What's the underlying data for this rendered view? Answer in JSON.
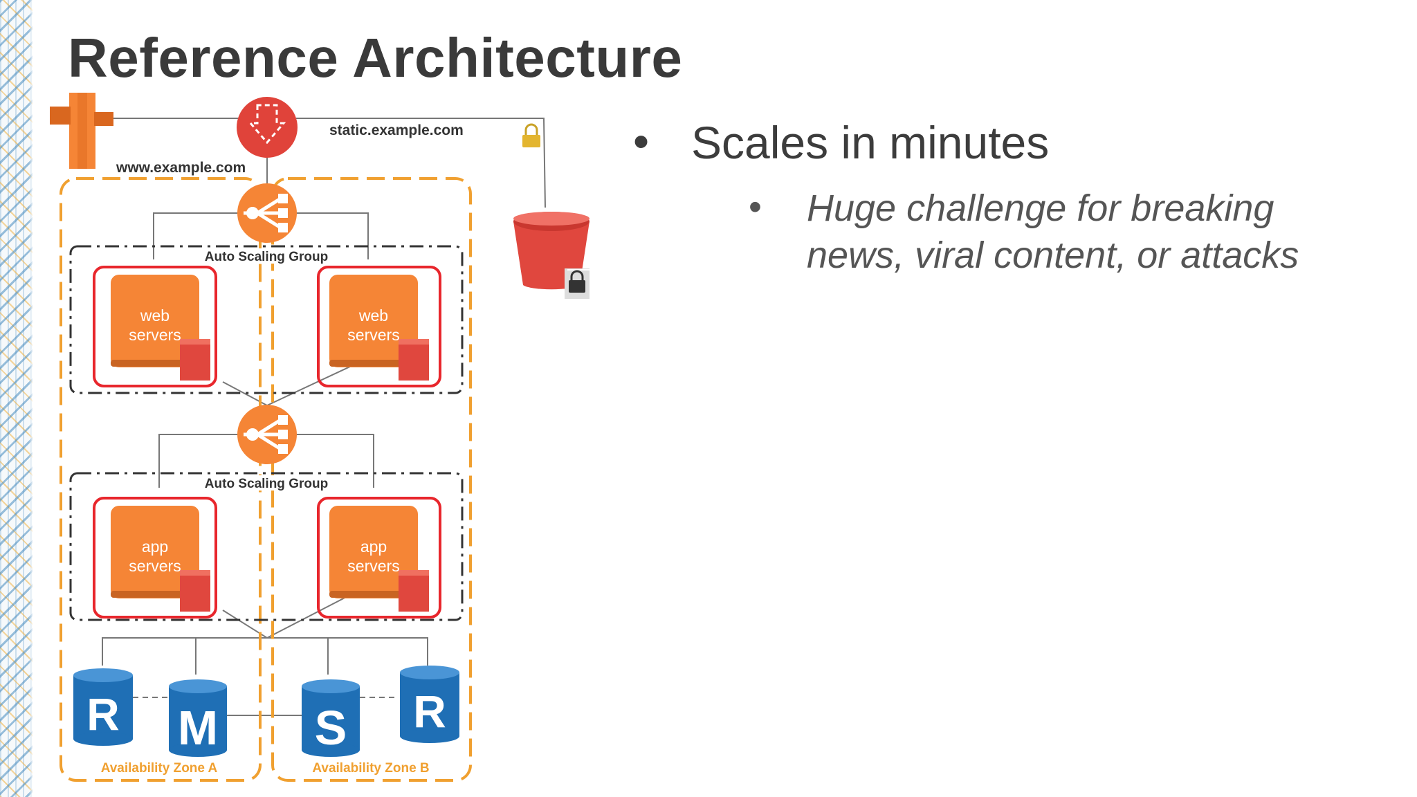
{
  "slide": {
    "title": "Reference Architecture"
  },
  "diagram": {
    "domain_www": "www.example.com",
    "domain_static": "static.example.com",
    "asg_label_web": "Auto Scaling Group",
    "asg_label_app": "Auto Scaling Group",
    "web_servers": [
      {
        "line1": "web",
        "line2": "servers"
      },
      {
        "line1": "web",
        "line2": "servers"
      }
    ],
    "app_servers": [
      {
        "line1": "app",
        "line2": "servers"
      },
      {
        "line1": "app",
        "line2": "servers"
      }
    ],
    "databases": [
      "R",
      "M",
      "S",
      "R"
    ],
    "zone_a": "Availability Zone A",
    "zone_b": "Availability Zone B",
    "colors": {
      "aws_orange": "#F58536",
      "zone_border": "#F0A030",
      "route53_red": "#E0433A",
      "instance_red": "#E8262C",
      "db_blue": "#1F6FB5",
      "bucket_red": "#E0473E"
    },
    "icons": [
      "cloudfront-icon",
      "route53-icon",
      "elb-icon",
      "s3-bucket-icon",
      "lock-icon",
      "ec2-instance-icon",
      "rds-db-icon"
    ]
  },
  "bullets": {
    "bullet_char": "•",
    "level1": "Scales in minutes",
    "level2_line1": "Huge challenge for breaking",
    "level2_line2": "news, viral content, or attacks"
  }
}
